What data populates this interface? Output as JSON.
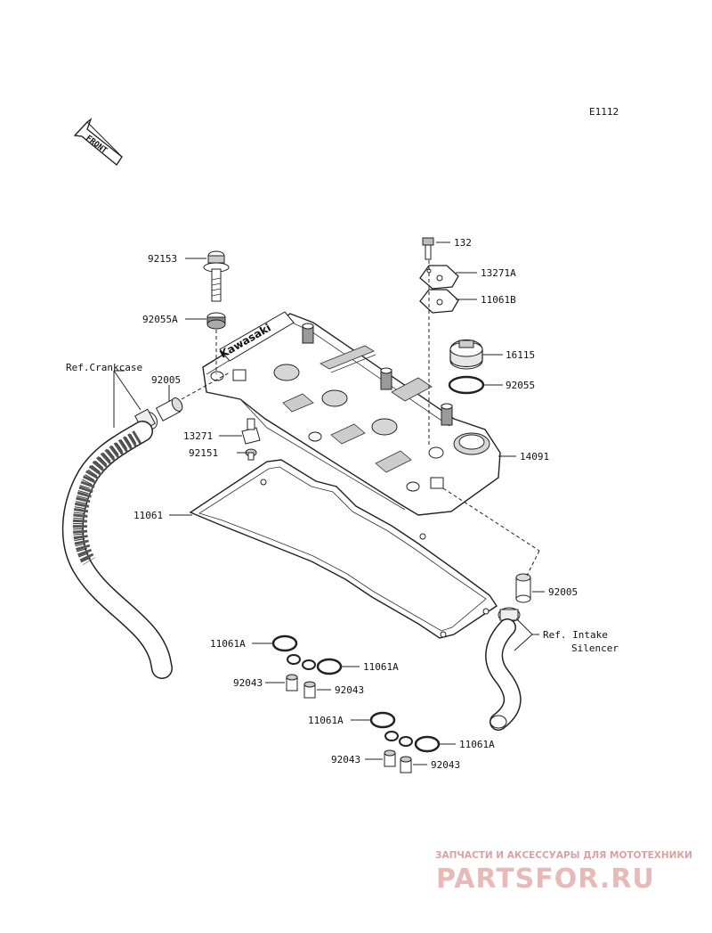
{
  "diagram_code": "E1112",
  "front_label": "FRONT",
  "brand_label": "Kawasaki",
  "parts": [
    {
      "id": "92153",
      "label": "92153"
    },
    {
      "id": "92055A",
      "label": "92055A"
    },
    {
      "id": "92005a",
      "label": "92005"
    },
    {
      "id": "13271",
      "label": "13271"
    },
    {
      "id": "92151",
      "label": "92151"
    },
    {
      "id": "11061",
      "label": "11061"
    },
    {
      "id": "132",
      "label": "132"
    },
    {
      "id": "13271A",
      "label": "13271A"
    },
    {
      "id": "11061B",
      "label": "11061B"
    },
    {
      "id": "16115",
      "label": "16115"
    },
    {
      "id": "92055",
      "label": "92055"
    },
    {
      "id": "14091",
      "label": "14091"
    },
    {
      "id": "92005b",
      "label": "92005"
    },
    {
      "id": "11061A_1",
      "label": "11061A"
    },
    {
      "id": "11061A_2",
      "label": "11061A"
    },
    {
      "id": "92043_1",
      "label": "92043"
    },
    {
      "id": "92043_2",
      "label": "92043"
    },
    {
      "id": "11061A_3",
      "label": "11061A"
    },
    {
      "id": "11061A_4",
      "label": "11061A"
    },
    {
      "id": "92043_3",
      "label": "92043"
    },
    {
      "id": "92043_4",
      "label": "92043"
    }
  ],
  "refs": {
    "crankcase": "Ref.Crankcase",
    "intake_line1": "Ref. Intake",
    "intake_line2": "Silencer"
  },
  "watermark": {
    "tagline": "ЗАПЧАСТИ И АКСЕССУАРЫ ДЛЯ МОТОТЕХНИКИ",
    "logo": "PARTSFOR.RU",
    "color": "#d9a3a3"
  }
}
